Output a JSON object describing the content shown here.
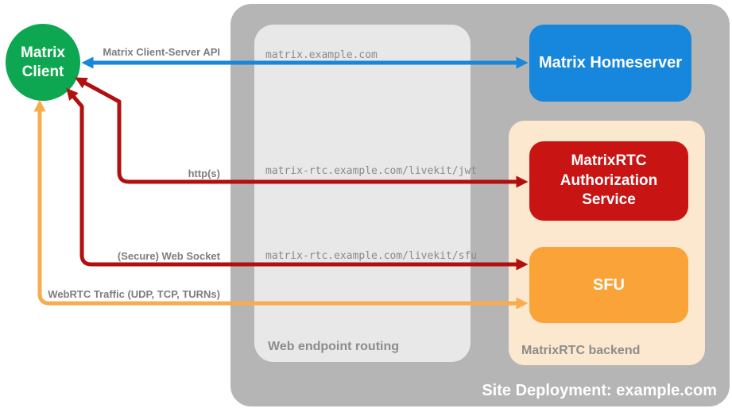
{
  "colors": {
    "client_green": "#0ca750",
    "homeserver_blue": "#1786dd",
    "auth_red": "#c91414",
    "sfu_orange": "#f9a338",
    "backend_peach": "#fce8cf",
    "container_gray": "#b5b5b5",
    "routing_gray": "#e8e8e8",
    "arrow_blue": "#1786dd",
    "arrow_red": "#b20f0f",
    "arrow_orange": "#f8ac4e"
  },
  "client": {
    "label": "Matrix Client"
  },
  "container": {
    "label": "Site Deployment: example.com"
  },
  "routing": {
    "label": "Web endpoint routing",
    "endpoints": [
      "matrix.example.com",
      "matrix-rtc.example.com/livekit/jwt",
      "matrix-rtc.example.com/livekit/sfu"
    ]
  },
  "backend": {
    "label": "MatrixRTC backend"
  },
  "nodes": {
    "homeserver": {
      "label": "Matrix Homeserver"
    },
    "auth": {
      "label": "MatrixRTC Authorization Service"
    },
    "sfu": {
      "label": "SFU"
    }
  },
  "arrows": {
    "client_server_api": {
      "label": "Matrix Client-Server API"
    },
    "http": {
      "label": "http(s)"
    },
    "websocket": {
      "label": "(Secure) Web Socket"
    },
    "webrtc": {
      "label": "WebRTC Traffic (UDP, TCP, TURNs)"
    }
  }
}
